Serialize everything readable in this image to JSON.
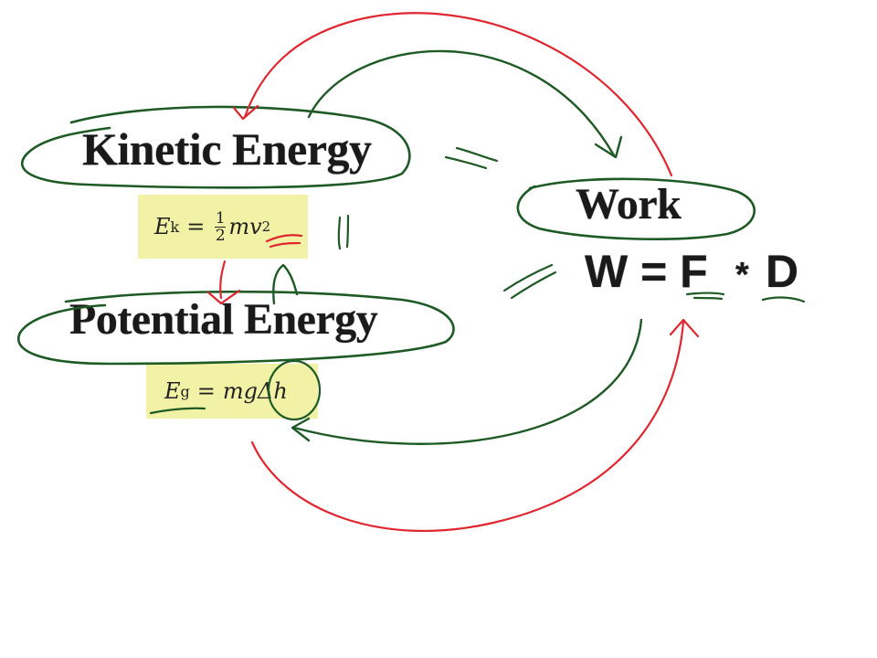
{
  "nodes": {
    "kinetic": {
      "title": "Kinetic Energy",
      "formula": {
        "lhs": "E",
        "lhs_sub": "k",
        "eq": "=",
        "frac_num": "1",
        "frac_den": "2",
        "rhs": "mv",
        "rhs_sup": "2"
      }
    },
    "potential": {
      "title": "Potential Energy",
      "formula": {
        "lhs": "E",
        "lhs_sub": "g",
        "eq": "=",
        "rhs": "mgΔh"
      }
    },
    "work": {
      "title": "Work",
      "equation": "W = F",
      "operator": "*",
      "d": "D"
    }
  },
  "ink_colors": {
    "green": "#1e5a24",
    "red": "#e0262e"
  }
}
